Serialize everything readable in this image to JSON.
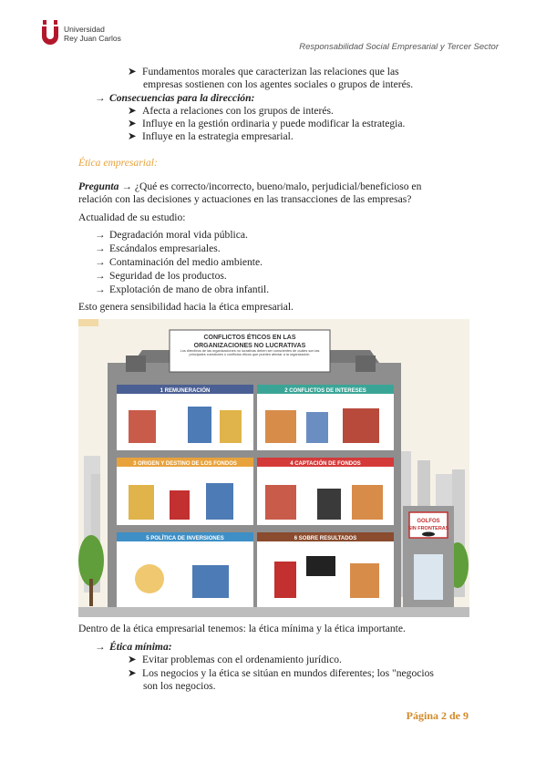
{
  "header": {
    "logo_line1": "Universidad",
    "logo_line2": "Rey Juan Carlos",
    "doc_title": "Responsabilidad Social Empresarial y Tercer Sector",
    "brand_color": "#b2182b"
  },
  "body": {
    "fundamentos_1": "Fundamentos morales que caracterizan las relaciones que las",
    "fundamentos_2": "empresas sostienen con los agentes sociales o grupos de interés.",
    "consecuencias": "Consecuencias para la dirección:",
    "cons_items": [
      "Afecta a relaciones con los grupos de interés.",
      "Influye en la gestión ordinaria y puede modificar la estrategia.",
      "Influye en la estrategia empresarial."
    ],
    "etica_heading": "Ética empresarial:",
    "pregunta_label": "Pregunta",
    "pregunta_text": "¿Qué es correcto/incorrecto, bueno/malo, perjudicial/beneficioso en",
    "pregunta_text2": "relación con las decisiones y actuaciones en las transacciones de las empresas?",
    "actualidad": "Actualidad de su estudio:",
    "actualidad_items": [
      "Degradación moral vida pública.",
      "Escándalos empresariales.",
      "Contaminación del medio ambiente.",
      "Seguridad de los productos.",
      "Explotación de mano de obra infantil."
    ],
    "sensibilidad": "Esto genera sensibilidad hacia la ética empresarial.",
    "dentro": "Dentro de la ética empresarial tenemos: la ética mínima y la ética importante.",
    "etica_minima": "Ética mínima:",
    "minima_items": [
      "Evitar problemas con el ordenamiento jurídico.",
      "Los negocios y la ética se sitúan en mundos diferentes; los \"negocios",
      "son los negocios."
    ]
  },
  "infographic": {
    "title1": "CONFLICTOS ÉTICOS EN LAS",
    "title2": "ORGANIZACIONES NO LUCRATIVAS",
    "intro": "Los directivos de las organizaciones no lucrativas deben ser conscientes de cuáles son las principales cuestiones o conflictos éticos que pueden afectar a la organización.",
    "panels": [
      {
        "label": "1 REMUNERACIÓN",
        "color": "#4a5f93"
      },
      {
        "label": "2 CONFLICTOS DE INTERESES",
        "color": "#3aa597"
      },
      {
        "label": "3 ORIGEN Y DESTINO DE LOS FONDOS",
        "color": "#e8a23c"
      },
      {
        "label": "4 CAPTACIÓN DE FONDOS",
        "color": "#d43a3a"
      },
      {
        "label": "5 POLÍTICA DE INVERSIONES",
        "color": "#3d8fc6"
      },
      {
        "label": "6 SOBRE RESULTADOS",
        "color": "#8a4b2e"
      }
    ],
    "sign1": "GOLFOS",
    "sign2": "SIN FRONTERAS"
  },
  "footer": {
    "page": "Página 2 de 9"
  }
}
